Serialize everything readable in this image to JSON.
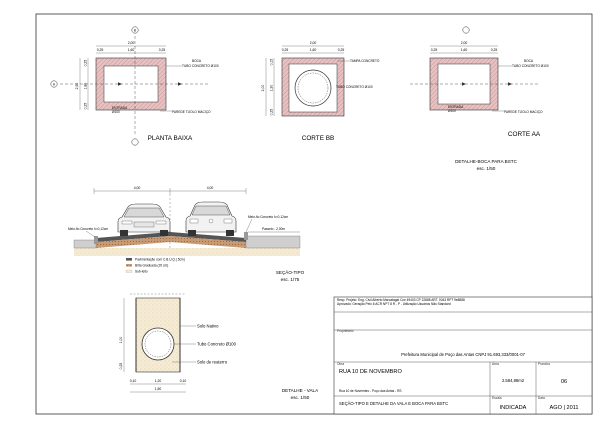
{
  "views": {
    "planta_baixa": {
      "title": "PLANTA BAIXA",
      "section_a": "A",
      "section_b": "B",
      "dim_total": "2,00",
      "dim_left": "0,25",
      "dim_mid": "1,60",
      "dim_right": "0,25",
      "dim_h_total": "2,50",
      "dim_h_inner": "1,80",
      "dim_h_a": "0,25",
      "dim_h_b": "0,25",
      "label_boca": "BOCA",
      "label_tubo": "TUBO CONCRETO Ø100",
      "label_entrada": "ENTRADA",
      "label_entrada_dim": "Ø100",
      "label_parede": "PAREDE TIJOLO MACIÇO"
    },
    "corte_bb": {
      "title": "CORTE BB",
      "dim_total": "2,00",
      "dim_left": "0,25",
      "dim_mid": "1,60",
      "dim_right": "0,25",
      "dim_h1": "0,15",
      "dim_h2": "1,30",
      "dim_h3": "0,25",
      "dim_h_total": "2,00",
      "label_tampa": "TAMPA CONCRETO",
      "label_tubo": "TUBO CONCRETO Ø100"
    },
    "corte_aa": {
      "title": "CORTE AA",
      "dim_total": "2,00",
      "dim_left": "0,25",
      "dim_mid": "1,60",
      "dim_right": "0,25",
      "label_boca": "BOCA",
      "label_tubo": "TUBO CONCRETO Ø100",
      "label_entrada": "ENTRADA",
      "label_entrada_dim": "Ø100",
      "label_parede": "PAREDE TIJOLO MACIÇO"
    },
    "detalhe_boca": {
      "title": "DETALHE-BOCA PARA BSTC",
      "scale": "esc. 1/50"
    },
    "secao_tipo": {
      "title": "SEÇÃO-TIPO",
      "scale": "esc. 1/75",
      "dim_left": "4,00",
      "dim_right": "4,00",
      "label_meio_fio_left": "Meio-fio Concreto h=0,12cm",
      "label_meio_fio_right": "Meio-fio Concreto h=0,12cm",
      "label_passeio": "Passeio - 2,00m",
      "legend": [
        "Pavimentação com C.B.U.Q.( 5cm)",
        "Brita Graduada (20 cm)",
        "Sub-leito"
      ]
    },
    "detalhe_vala": {
      "title": "DETALHE - VALA",
      "scale": "esc. 1/50",
      "label_solo_nativo": "Solo Nativo",
      "label_tubo": "Tubo Concreto Ø100",
      "label_solo_reaterro": "Solo de reaterro",
      "dim_h1": "1,00",
      "dim_h2": "0,25",
      "dim_w1": "0,10",
      "dim_w2": "1,20",
      "dim_w3": "0,10",
      "dim_w_total": "1,50"
    }
  },
  "title_block": {
    "resp_line1": "Resp. Projeto: Eng. Civil Alberto Marcatagat Cce 49403 CP 22888 ART. 0043 RPT 9e8888",
    "resp_line2": "Aprovado: Geração Pelo 6 ACR NPT 8 R - P - Utilização Usuários Não Standard",
    "proprietario_label": "Proprietário",
    "proprietario": "Prefeitura Municipal de Poço das Antas  CNPJ 91.693,333/0001-07",
    "obra_label": "Obra",
    "obra": "RUA 10 DE NOVEMBRO",
    "endereco": "Rua 10 de Novembro - Poço das Antas - RS",
    "conteudo": "SEÇÃO-TIPO E DETALHE DA VALA E BOCA PARA BSTC",
    "area_label": "Área",
    "area": "2.584,88m2",
    "prancha_label": "Prancha",
    "prancha": "06",
    "escala_label": "Escala",
    "escala": "INDICADA",
    "data_label": "Data",
    "data": "AGO | 2011"
  },
  "colors": {
    "wall": "#d9a6a6",
    "line": "#222222",
    "soil": "#efe2c8",
    "asphalt": "#6b6b6b",
    "brita": "#c8a07a"
  }
}
